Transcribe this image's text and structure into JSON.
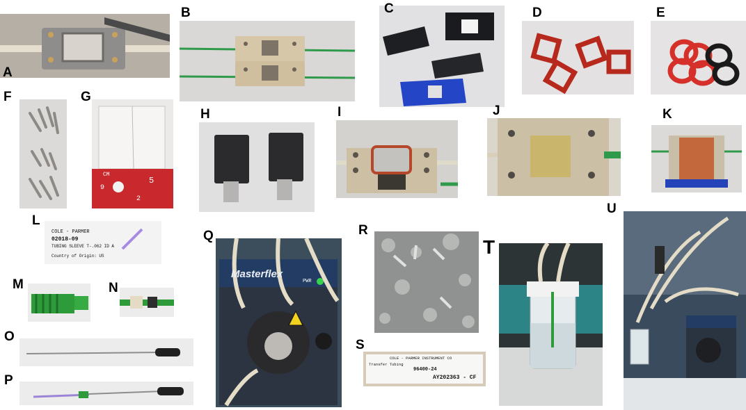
{
  "panels": [
    {
      "id": "A"
    },
    {
      "id": "B"
    },
    {
      "id": "C"
    },
    {
      "id": "D"
    },
    {
      "id": "E"
    },
    {
      "id": "F"
    },
    {
      "id": "G"
    },
    {
      "id": "H"
    },
    {
      "id": "I"
    },
    {
      "id": "J"
    },
    {
      "id": "K"
    },
    {
      "id": "L"
    },
    {
      "id": "M"
    },
    {
      "id": "N"
    },
    {
      "id": "O"
    },
    {
      "id": "P"
    },
    {
      "id": "Q"
    },
    {
      "id": "R"
    },
    {
      "id": "S"
    },
    {
      "id": "T"
    },
    {
      "id": "U"
    }
  ],
  "label_L": {
    "brand": "COLE - PARMER",
    "part": "02018-09",
    "desc": "TUBING SLEEVE T-.062 ID A",
    "origin": "Country of Origin: US"
  },
  "label_S": {
    "brand": "COLE - PARMER INSTRUMENT CO",
    "product": "Transfer Tubing",
    "part": "96400-24",
    "lot": "AY202363 - CF"
  },
  "pump": {
    "brand": "Masterflex",
    "pwr": "PWR"
  },
  "ruler": {
    "cm": "CM",
    "n1": "5",
    "n2": "2",
    "n9": "9"
  }
}
